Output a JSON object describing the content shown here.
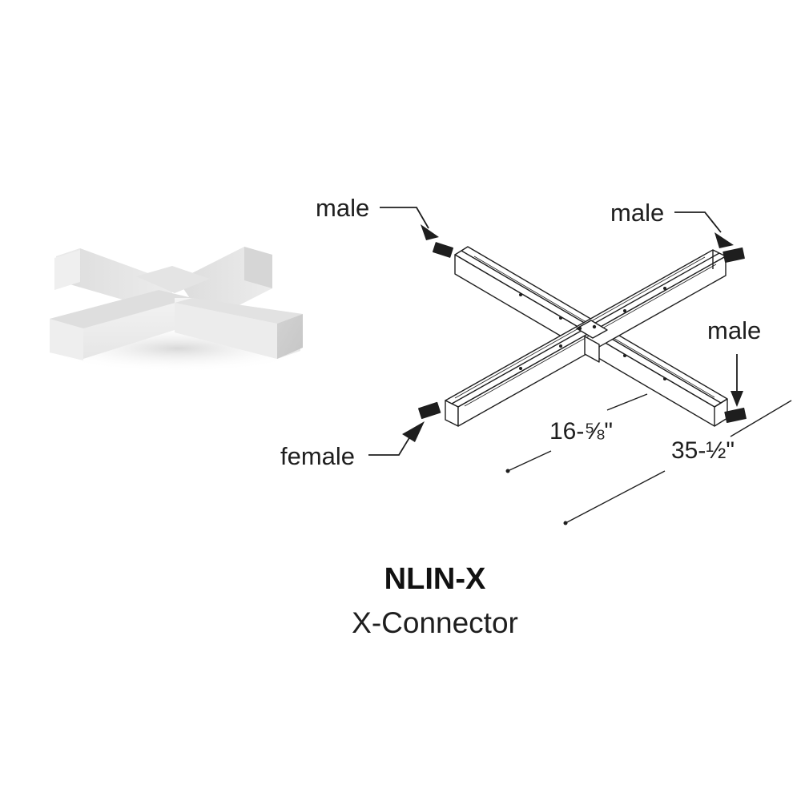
{
  "connectors": {
    "top_left": "male",
    "top_right": "male",
    "right": "male",
    "bottom_left": "female"
  },
  "dimensions": {
    "arm_length": "16-⅝\"",
    "overall_length": "35-½\""
  },
  "product": {
    "model": "NLIN-X",
    "name": "X-Connector"
  },
  "colors": {
    "line": "#1e1e1e",
    "photo_face": "#ececec",
    "photo_side": "#d9d9d9"
  }
}
